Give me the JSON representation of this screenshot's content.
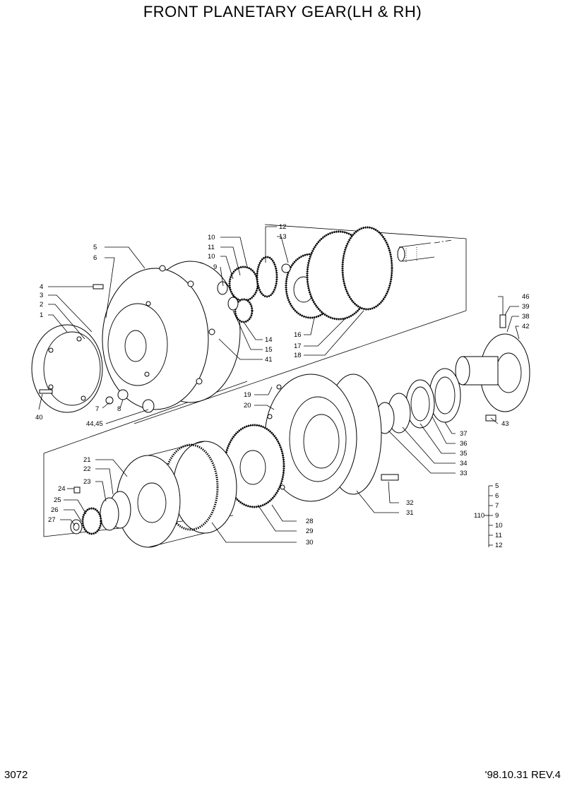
{
  "title": "FRONT PLANETARY GEAR(LH & RH)",
  "page_number": "3072",
  "revision": "'98.10.31  REV.4",
  "callouts": [
    "1",
    "2",
    "3",
    "4",
    "5",
    "6",
    "7",
    "8",
    "9",
    "10",
    "10",
    "11",
    "12",
    "13",
    "14",
    "15",
    "16",
    "17",
    "18",
    "19",
    "20",
    "21",
    "22",
    "23",
    "24",
    "25",
    "26",
    "27",
    "28",
    "29",
    "30",
    "31",
    "32",
    "33",
    "34",
    "35",
    "36",
    "37",
    "38",
    "39",
    "40",
    "41",
    "42",
    "43",
    "44,45",
    "46"
  ],
  "kit": {
    "label": "110",
    "items": [
      "5",
      "6",
      "7",
      "9",
      "10",
      "11",
      "12"
    ]
  }
}
